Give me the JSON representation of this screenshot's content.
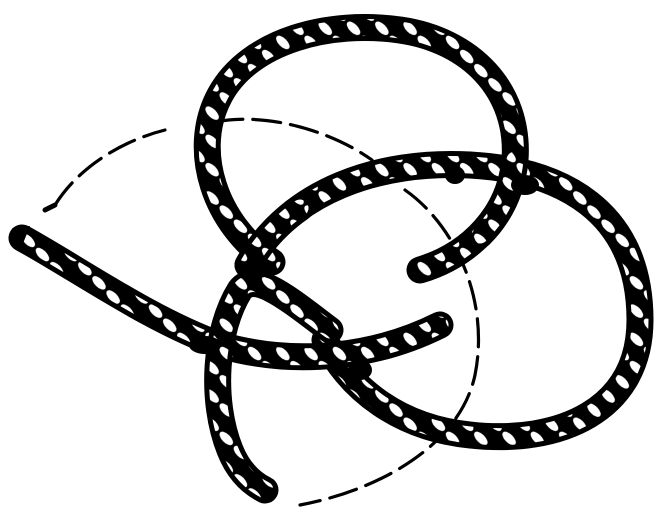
{
  "diagram": {
    "ink_color": "#000000",
    "paper_color": "#ffffff",
    "rope_fill_color": "#ffffff",
    "style": "rope knot illustration with dashed continuation path",
    "elements": [
      "upper-loop-rope",
      "right-loop-rope",
      "left-arm-rope",
      "lower-crossing-rope",
      "dashed-path"
    ]
  }
}
